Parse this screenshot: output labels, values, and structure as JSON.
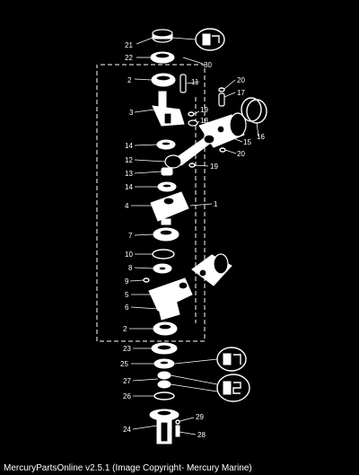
{
  "labels": [
    "21",
    "22",
    "30",
    "2",
    "11",
    "3",
    "19",
    "18",
    "20",
    "17",
    "16",
    "15",
    "20",
    "14",
    "12",
    "19",
    "13",
    "14",
    "4",
    "1",
    "7",
    "10",
    "8",
    "9",
    "5",
    "6",
    "2",
    "23",
    "25",
    "27",
    "26",
    "29",
    "24",
    "28"
  ],
  "footer": "MercuryPartsOnline v2.5.1 (Image Copyright- Mercury Marine)"
}
